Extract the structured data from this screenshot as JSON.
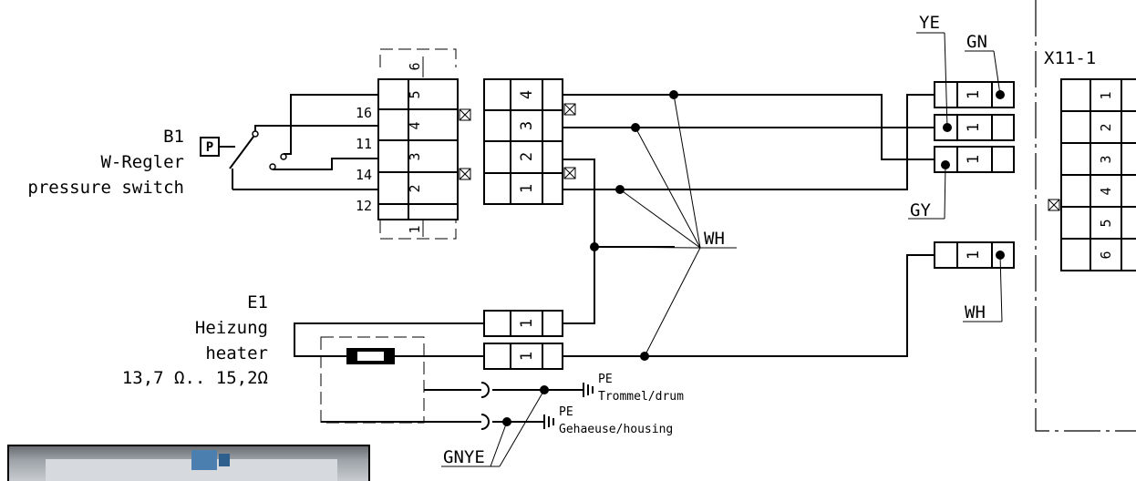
{
  "b1": {
    "ref": "B1",
    "name_de": "W-Regler",
    "name_en": "pressure switch",
    "p_symbol": "P"
  },
  "e1": {
    "ref": "E1",
    "name_de": "Heizung",
    "name_en": "heater",
    "resistance": "13,7   Ω.. 15,2Ω"
  },
  "block_a": {
    "wire_numbers": [
      "16",
      "11",
      "14",
      "12"
    ],
    "pins": [
      "6",
      "5",
      "4",
      "3",
      "2",
      "1"
    ]
  },
  "block_b": {
    "pins": [
      "4",
      "3",
      "2",
      "1"
    ]
  },
  "heater_plugs": [
    "1",
    "1"
  ],
  "ground": {
    "pe1": "PE",
    "drum": "Trommel/drum",
    "pe2": "PE",
    "housing": "Gehaeuse/housing",
    "wire_color": "GNYE"
  },
  "wire_colors": {
    "wh_main": "WH",
    "wh_right": "WH",
    "ye": "YE",
    "gn": "GN",
    "gy": "GY"
  },
  "right_plugs": [
    "1",
    "1",
    "1",
    "1"
  ],
  "x11": {
    "ref": "X11-1",
    "pins": [
      "1",
      "2",
      "3",
      "4",
      "5",
      "6"
    ]
  }
}
